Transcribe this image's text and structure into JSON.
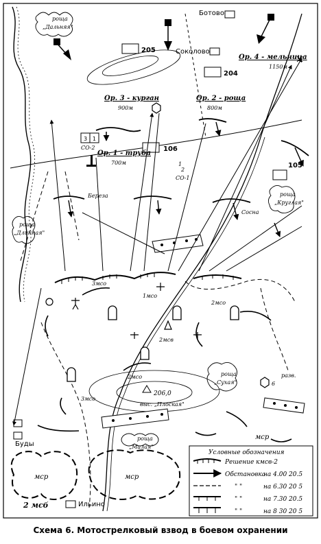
{
  "caption": "Схема 6. Мотострелковый взвод в боевом охранении",
  "places": {
    "botovo": "Ботово",
    "sokolovo": "Соколово",
    "budy": "Буды",
    "ilyino": "Ильино"
  },
  "groves": {
    "dalnyaya": [
      "роща",
      "„Дальняя\""
    ],
    "dlinnaya": [
      "роща",
      "„Длинная\""
    ],
    "kruglaya": [
      "роща",
      "„Круглая\""
    ],
    "sukhaya": [
      "роща",
      "„Сухая\""
    ],
    "malaya": [
      "роща",
      "„Малая\""
    ]
  },
  "landmarks": {
    "or4": "Ор. 4 - мельница",
    "or4_dist": "1150м",
    "or3": "Ор. 3 - курган",
    "or3_dist": "900м",
    "or2": "Ор. 2 - роща",
    "or2_dist": "800м",
    "or1": "Ор. 1 - труба",
    "or1_dist": "700м",
    "bereza": "Береза",
    "sosna": "Сосна",
    "height": "206,0",
    "height_label": "выс. „Плоская\"",
    "razv": "разв."
  },
  "grid_squares": {
    "g205": "205",
    "g204": "204",
    "g106": "106",
    "g105": "105"
  },
  "units": {
    "co2_box": "3 | 1",
    "co2": "СО-2",
    "co1_a": "1",
    "co1_b": "2",
    "co1": "СО-1",
    "mso1": "1мсо",
    "mso2": "2мсо",
    "mso3": "3мсо",
    "mso3b": "3мсо",
    "msv2": "2мсв",
    "mso2b": "2мсо",
    "msr_a": "мср",
    "msr_b": "мср",
    "msr_c": "мср",
    "msb2": "2 мсб",
    "obs6": "6"
  },
  "legend": {
    "title": "Условные обозначения",
    "rows": [
      {
        "text": "Решение кмсв-2",
        "date": ""
      },
      {
        "text": "Обстановка",
        "date": "на 4.00 20.5"
      },
      {
        "text": "\"  \"",
        "date": "на 6.30 20 5"
      },
      {
        "text": "\"  \"",
        "date": "на 7.30 20.5"
      },
      {
        "text": "\"  \"",
        "date": "на 8 30 20 5"
      }
    ]
  }
}
